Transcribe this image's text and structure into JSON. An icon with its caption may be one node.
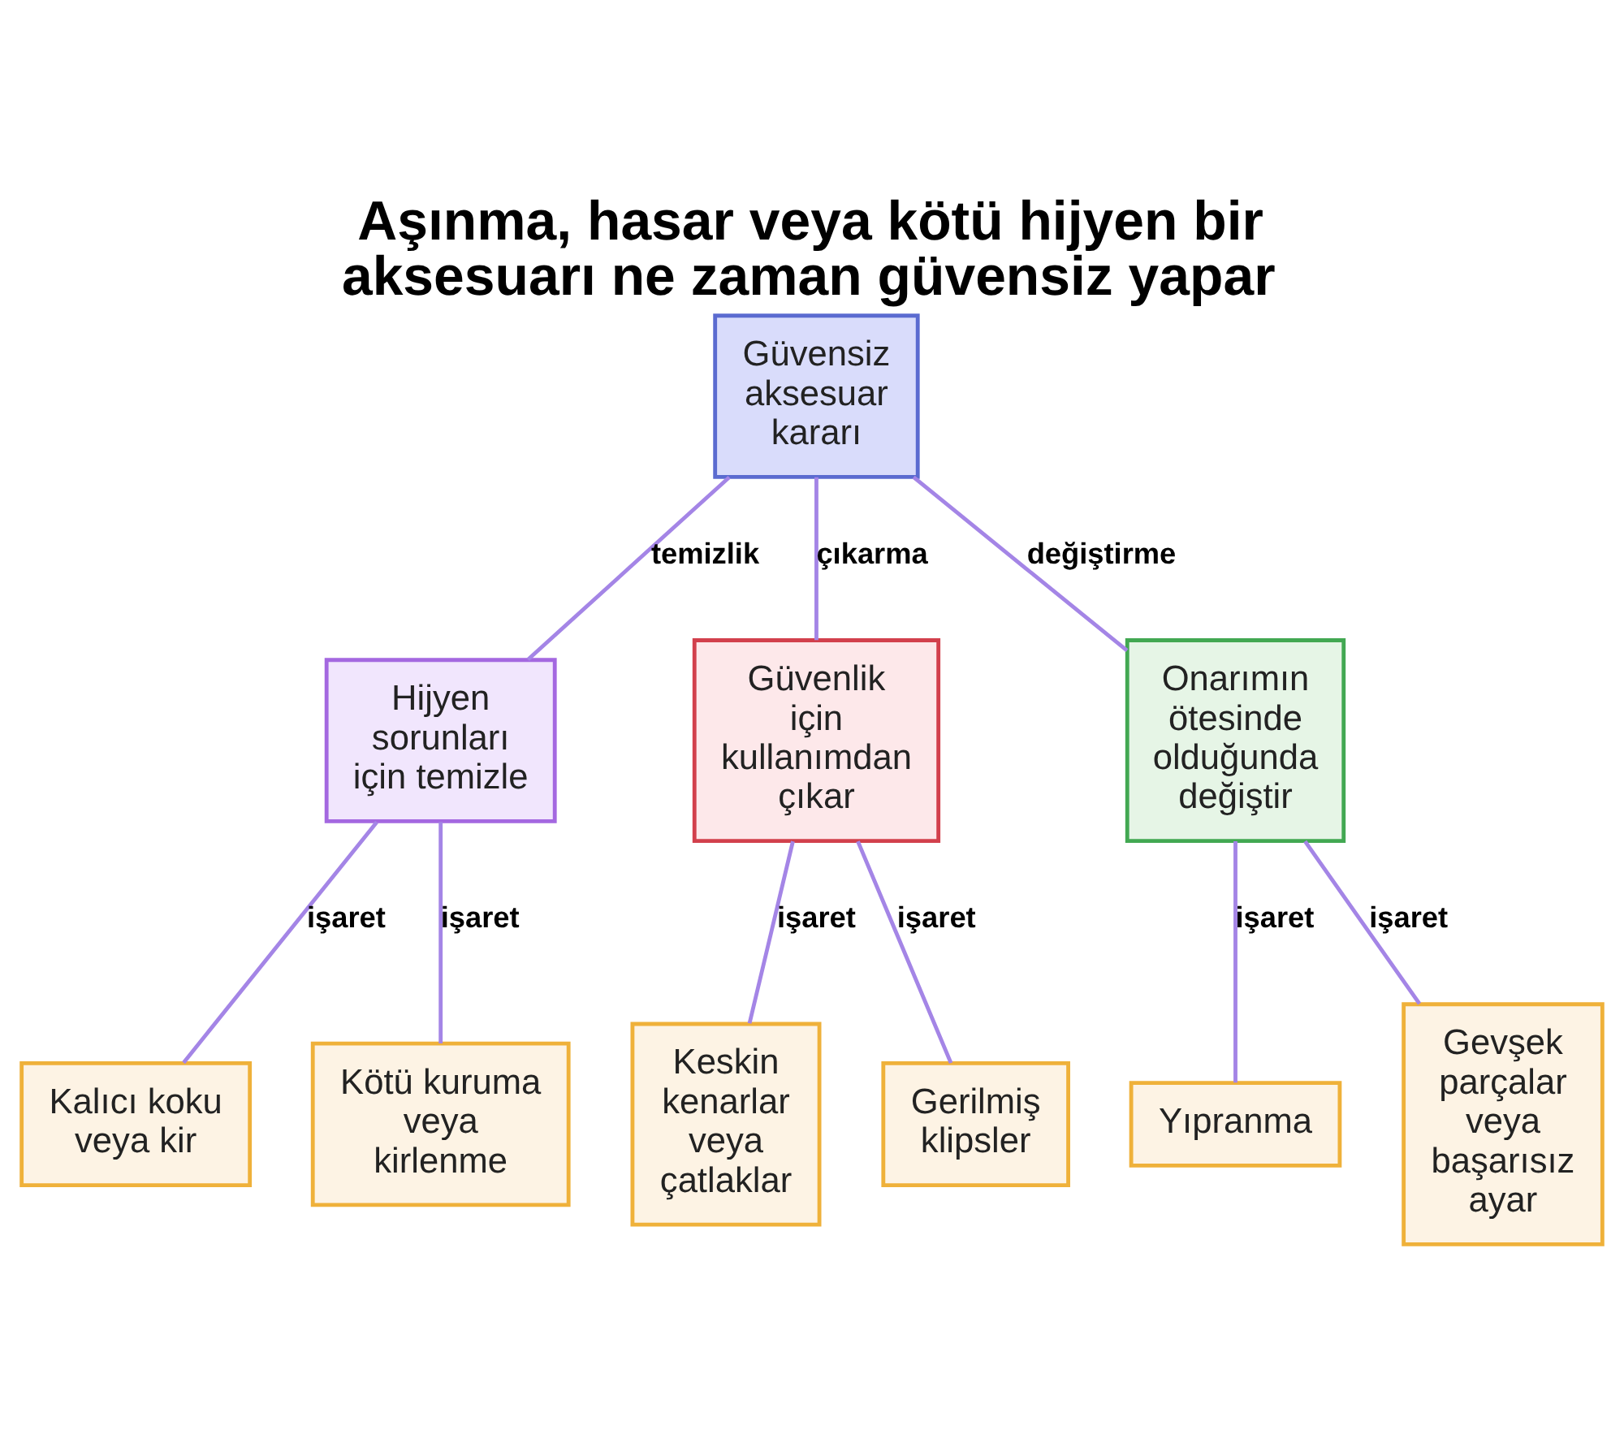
{
  "diagram": {
    "title": "Aşınma, hasar veya kötü hijyen bir aksesuarı ne zaman güvensiz yapar",
    "nodes": [
      {
        "text": [
          "Güvensiz aksesuar kararı"
        ]
      },
      {
        "text": [
          "Hijyen sorunları için temizle"
        ]
      },
      {
        "text": [
          "Güvenlik için kullanımdan çıkar"
        ]
      },
      {
        "text": [
          "Onarımın ötesinde olduğunda değiştir"
        ]
      },
      {
        "text": [
          "Kalıcı koku veya kir"
        ]
      },
      {
        "text": [
          "Kötü kuruma veya kirlenme"
        ]
      },
      {
        "text": [
          "Keskin kenarlar veya çatlaklar"
        ]
      },
      {
        "text": [
          "Gerilmiş klipsler"
        ]
      },
      {
        "text": [
          "Yıpranma"
        ]
      },
      {
        "text": [
          "Gevşek parçalar veya başarısız ayar"
        ]
      }
    ],
    "edges": [
      {
        "from": 0,
        "to": 1,
        "arrow": "none",
        "label": "temizlik"
      },
      {
        "from": 0,
        "to": 2,
        "arrow": "none",
        "label": "çıkarma"
      },
      {
        "from": 0,
        "to": 3,
        "arrow": "none",
        "label": "değiştirme"
      },
      {
        "from": 1,
        "to": 4,
        "arrow": "none",
        "label": "işaret"
      },
      {
        "from": 1,
        "to": 5,
        "arrow": "none",
        "label": "işaret"
      },
      {
        "from": 2,
        "to": 6,
        "arrow": "none",
        "label": "işaret"
      },
      {
        "from": 2,
        "to": 7,
        "arrow": "none",
        "label": "işaret"
      },
      {
        "from": 3,
        "to": 8,
        "arrow": "none",
        "label": "işaret"
      },
      {
        "from": 3,
        "to": 9,
        "arrow": "none",
        "label": "işaret"
      }
    ]
  }
}
